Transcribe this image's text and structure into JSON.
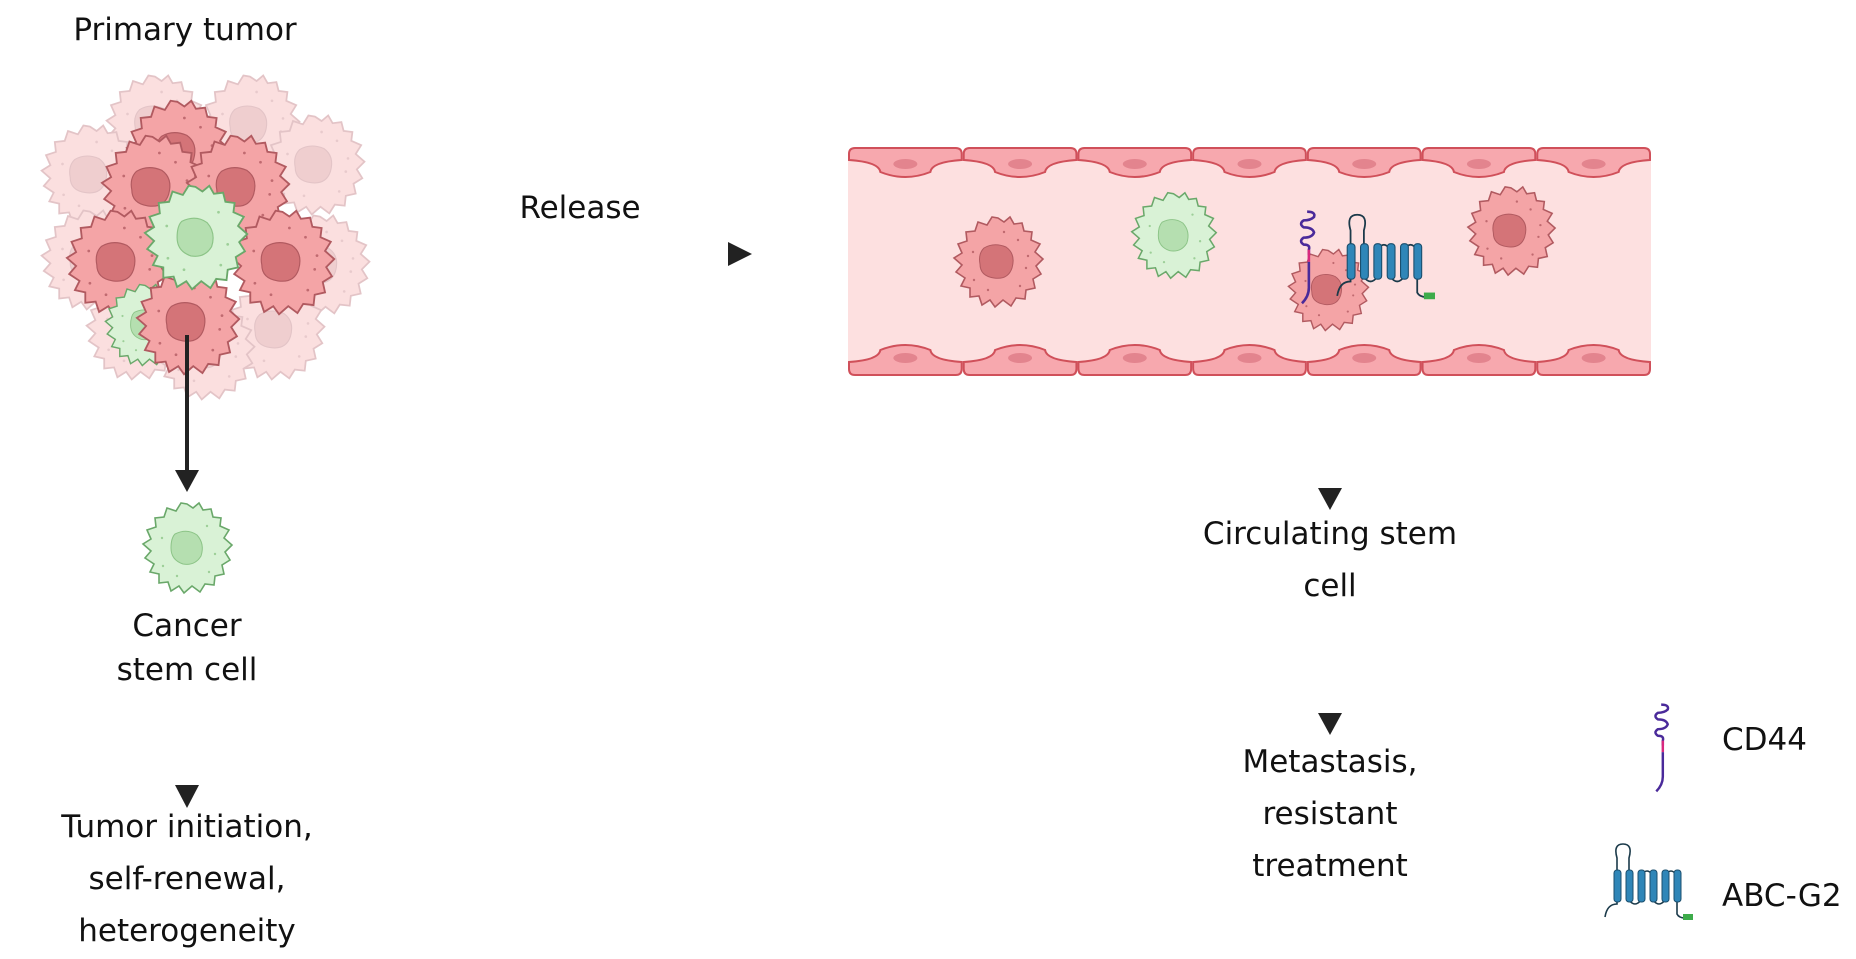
{
  "labels": {
    "primary_tumor": "Primary tumor",
    "release": "Release",
    "cancer_stem_cell_line1": "Cancer",
    "cancer_stem_cell_line2": "stem cell",
    "outcome_left_line1": "Tumor initiation,",
    "outcome_left_line2": "self-renewal,",
    "outcome_left_line3": "heterogeneity",
    "circulating_line1": "Circulating stem",
    "circulating_line2": "cell",
    "outcome_right_line1": "Metastasis,",
    "outcome_right_line2": "resistant",
    "outcome_right_line3": "treatment"
  },
  "legend": {
    "items": [
      {
        "icon": "cd44-receptor-icon",
        "label": "CD44"
      },
      {
        "icon": "abcg2-transporter-icon",
        "label": "ABC-G2"
      }
    ]
  },
  "colors": {
    "tumor_cell": "#f4a4a6",
    "tumor_nucleus": "#d47478",
    "stem_cell": "#d9f2d6",
    "stem_nucleus": "#b5dfb0",
    "vessel_lumen": "#fde0e0",
    "endothelium": "#f7a8ae",
    "cd44": "#4a2a9a",
    "abcg2": "#2f86b8",
    "abcg2_tail": "#3dab4a",
    "arrow": "#222222"
  }
}
